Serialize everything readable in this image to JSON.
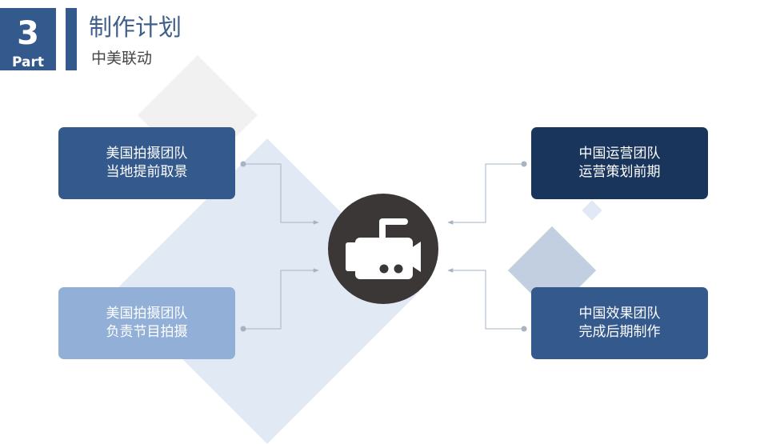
{
  "header": {
    "part_number": "3",
    "part_label": "Part",
    "title": "制作计划",
    "subtitle": "中美联动"
  },
  "center": {
    "icon": "video-camera-icon"
  },
  "teams": [
    {
      "line1": "美国拍摄团队",
      "line2": "当地提前取景"
    },
    {
      "line1": "美国拍摄团队",
      "line2": "负责节目拍摄"
    },
    {
      "line1": "中国运营团队",
      "line2": "运营策划前期"
    },
    {
      "line1": "中国效果团队",
      "line2": "完成后期制作"
    }
  ],
  "colors": {
    "primary": "#34598c",
    "light": "#91afd7",
    "dark": "#1a355c",
    "circle": "#3b3737",
    "connector": "#a7b3c3"
  }
}
